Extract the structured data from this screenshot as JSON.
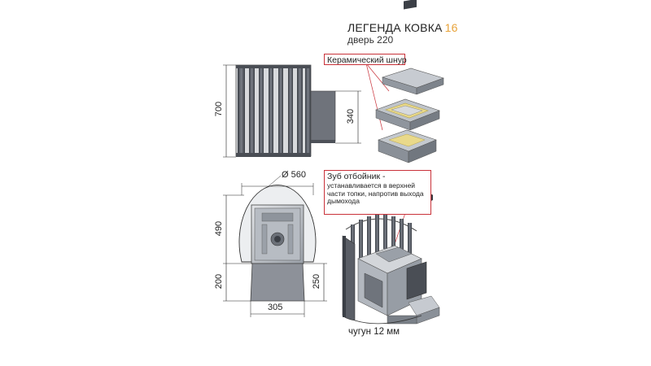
{
  "header": {
    "title": "ЛЕГЕНДА КОВКА",
    "title_number": "16",
    "subtitle": "дверь 220"
  },
  "callouts": {
    "ceramic_cord": "Керамический шнур",
    "tooth_title": "Зуб отбойник -",
    "tooth_body": "устанавливается в верхней части топки, напротив выхода дымохода"
  },
  "dimensions": {
    "height_total": "700",
    "height_flue": "340",
    "diameter": "Ø 560",
    "height_body": "490",
    "height_base": "200",
    "height_door": "250",
    "width_base": "305"
  },
  "material": "чугун 12 мм",
  "colors": {
    "accent": "#e8a33a",
    "callout_border": "#c9323a",
    "steel": "#5a5e66",
    "cast_iron_light": "#c8ccd2",
    "ceramic": "#e9d98a"
  }
}
